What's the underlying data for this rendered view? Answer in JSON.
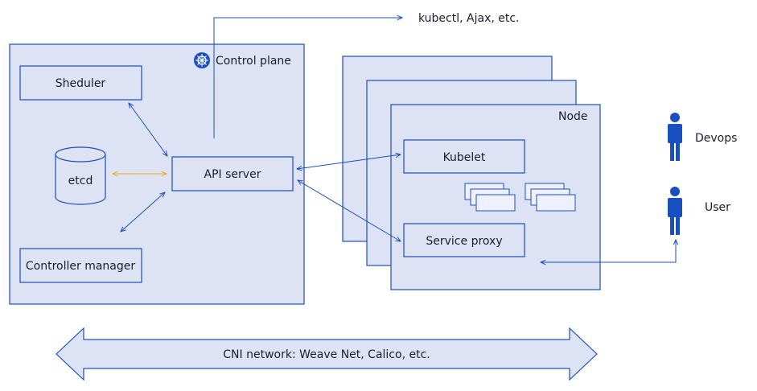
{
  "diagram": {
    "control_plane_label": "Control plane",
    "scheduler_label": "Sheduler",
    "etcd_label": "etcd",
    "api_server_label": "API server",
    "controller_manager_label": "Controller manager",
    "external_clients_label": "kubectl, Ajax, etc.",
    "node_label": "Node",
    "kubelet_label": "Kubelet",
    "service_proxy_label": "Service proxy",
    "devops_label": "Devops",
    "user_label": "User",
    "network_label": "CNI network: Weave Net, Calico, etc."
  },
  "colors": {
    "accent": "#1a4fbf",
    "box_fill": "#dde3f5",
    "etcd_arrow": "#e8b020"
  },
  "icons": [
    "kubernetes-icon",
    "person-icon"
  ]
}
